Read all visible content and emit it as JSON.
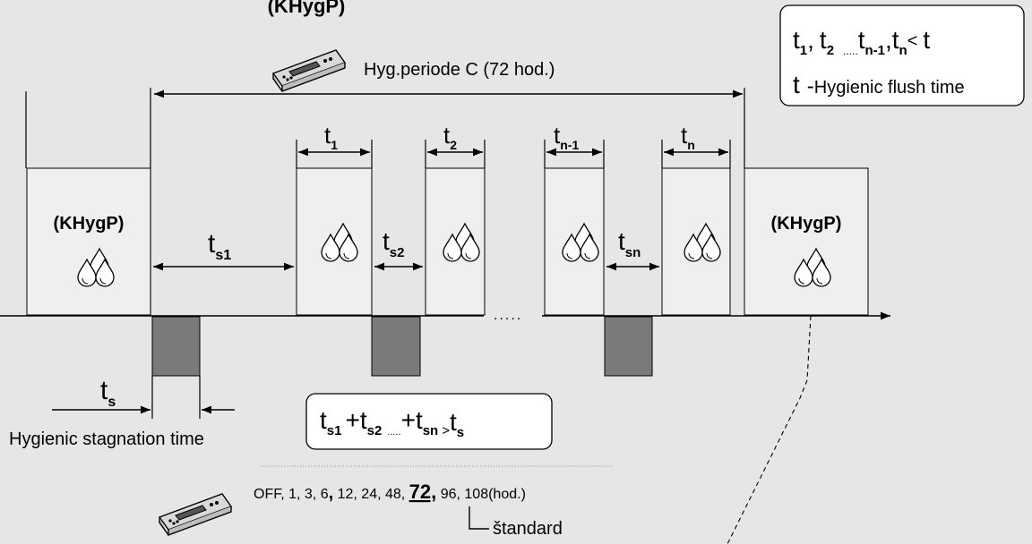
{
  "title_fragment": "(KHygP)",
  "hyg_period_label": "Hyg.periode C (72 hod.)",
  "legend": {
    "t": "t",
    "sub_1": "1",
    "sub_2": "2",
    "sub_n_minus_1": "n-1",
    "sub_n": "n",
    "dots": ".....",
    "comma": ",",
    "less_than": "<",
    "dash": "-",
    "flush_text": "Hygienic flush time"
  },
  "khygp_label": "(KHygP)",
  "flush_labels": {
    "t": "t",
    "sub_1": "1",
    "sub_2": "2",
    "sub_n_minus_1": "n-1",
    "sub_n": "n"
  },
  "stagnation_labels": {
    "t": "t",
    "sub_s1": "s1",
    "sub_s2": "s2",
    "sub_sn": "sn"
  },
  "ts_label": {
    "t": "t",
    "sub": "s"
  },
  "stagnation_caption": "Hygienic stagnation time",
  "axis_dots": ".....",
  "formula": {
    "t": "t",
    "sub_s1": "s1",
    "plus": "+",
    "sub_s2": "s2",
    "dots": ".....",
    "sub_sn": "sn",
    "gt": ">",
    "sub_s": "s"
  },
  "options": {
    "prefix": "OFF, 1, 3, 6",
    "comma_bold": ",",
    "middle": " 12, 24, 48, ",
    "standard_value": "72,",
    "suffix": " 96, 108(hod.)",
    "standard_label": "štandard"
  },
  "colors": {
    "background": "#e6e6e6",
    "box_fill": "#efefef",
    "stagnation_bar": "#7a7a7a"
  }
}
